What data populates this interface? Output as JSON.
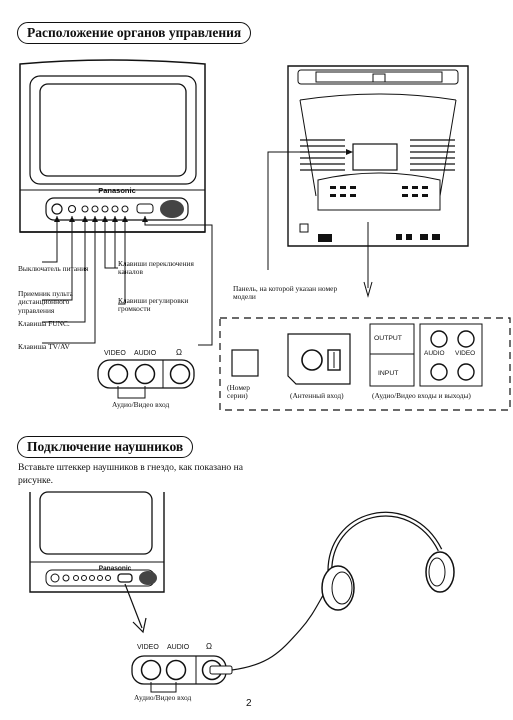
{
  "section1": {
    "title": "Расположение органов управления",
    "tv_brand": "Panasonic",
    "callouts": {
      "power": "Выключатель питания",
      "remote_receiver": "Приемник пульта дистанционного управления",
      "func_button": "Клавиша FUNC.",
      "tvav_button": "Клавиша TV/AV",
      "channel_keys": "Клавиши переключения каналов",
      "volume_keys": "Клавиши регулировки громкости",
      "model_plate": "Панель, на которой указан номер модели"
    },
    "front_jacks": {
      "video": "VIDEO",
      "audio": "AUDIO",
      "headphone_symbol": "Ω",
      "caption": "Аудио/Видео вход"
    },
    "rear_panel": {
      "serial_caption": "(Номер серии)",
      "antenna_caption": "(Антенный вход)",
      "output_label": "OUTPUT",
      "input_label": "INPUT",
      "audio_label": "AUDIO",
      "video_label": "VIDEO",
      "av_caption": "(Аудио/Видео входы и выходы)"
    }
  },
  "section2": {
    "title": "Подключение наушников",
    "instruction": "Вставьте штеккер наушников в гнездо, как показано на рисунке.",
    "tv_brand": "Panasonic",
    "jacks": {
      "video": "VIDEO",
      "audio": "AUDIO",
      "headphone_symbol": "Ω",
      "caption": "Аудио/Видео вход"
    }
  },
  "page_number": "2"
}
